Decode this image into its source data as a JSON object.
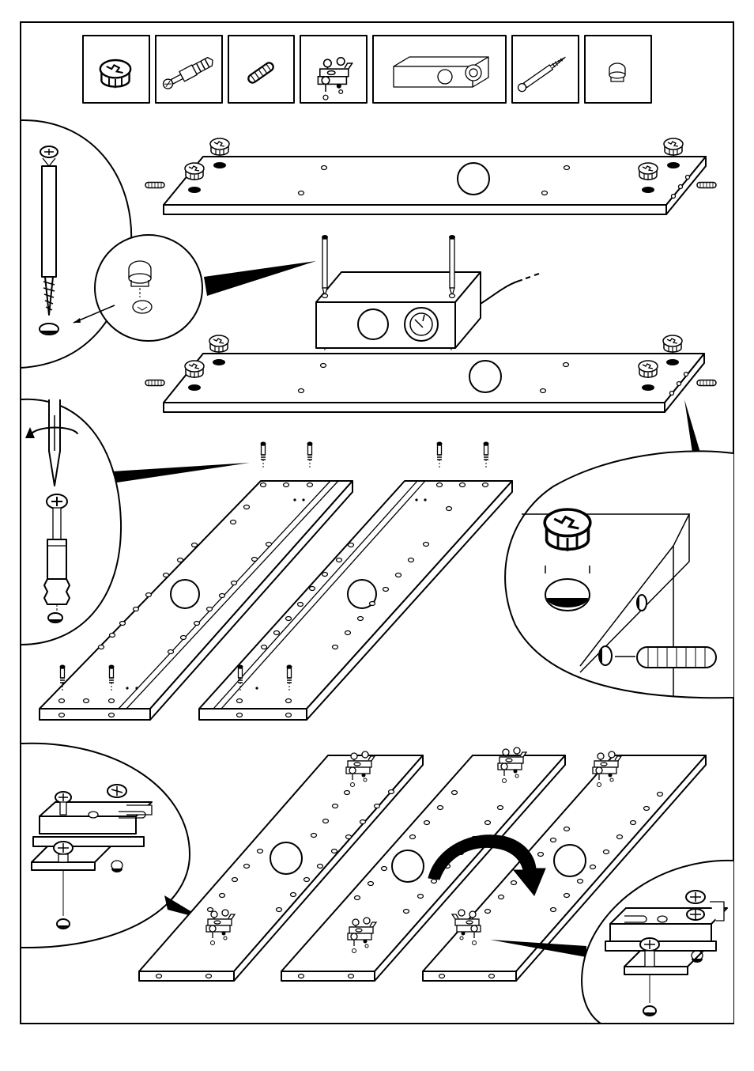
{
  "figure": {
    "kind": "furniture-assembly-instructions",
    "text_labels": [],
    "colors": {
      "ink": "#000000",
      "paper": "#ffffff"
    }
  },
  "parts_legend": [
    {
      "id": "cam-lock",
      "icon": "cam-lock-icon"
    },
    {
      "id": "cam-bolt",
      "icon": "cam-bolt-icon"
    },
    {
      "id": "wood-dowel",
      "icon": "wood-dowel-icon"
    },
    {
      "id": "hinge-plate",
      "icon": "hinge-plate-icon"
    },
    {
      "id": "power-socket-box",
      "icon": "socket-box-icon"
    },
    {
      "id": "long-screw",
      "icon": "long-screw-icon"
    },
    {
      "id": "cover-cap",
      "icon": "cover-cap-icon"
    }
  ],
  "steps": [
    {
      "id": "step-1",
      "description_icon": "panel-with-cam-locks-icon"
    },
    {
      "id": "step-2",
      "description_icon": "socket-box-mounting-icon"
    },
    {
      "id": "step-3",
      "description_icon": "side-panels-cam-bolts-icon"
    },
    {
      "id": "step-4",
      "description_icon": "hinge-plates-flip-icon"
    }
  ],
  "detail_callouts": [
    {
      "id": "screw-and-cap-detail",
      "icon": "screw-cap-detail-icon"
    },
    {
      "id": "screwdriver-cam-bolt-detail",
      "icon": "screwdriver-detail-icon"
    },
    {
      "id": "cam-lock-dowel-detail",
      "icon": "cam-dowel-detail-icon"
    },
    {
      "id": "hinge-plate-left-detail",
      "icon": "hinge-detail-icon"
    },
    {
      "id": "hinge-plate-right-detail",
      "icon": "hinge-detail-icon"
    }
  ]
}
